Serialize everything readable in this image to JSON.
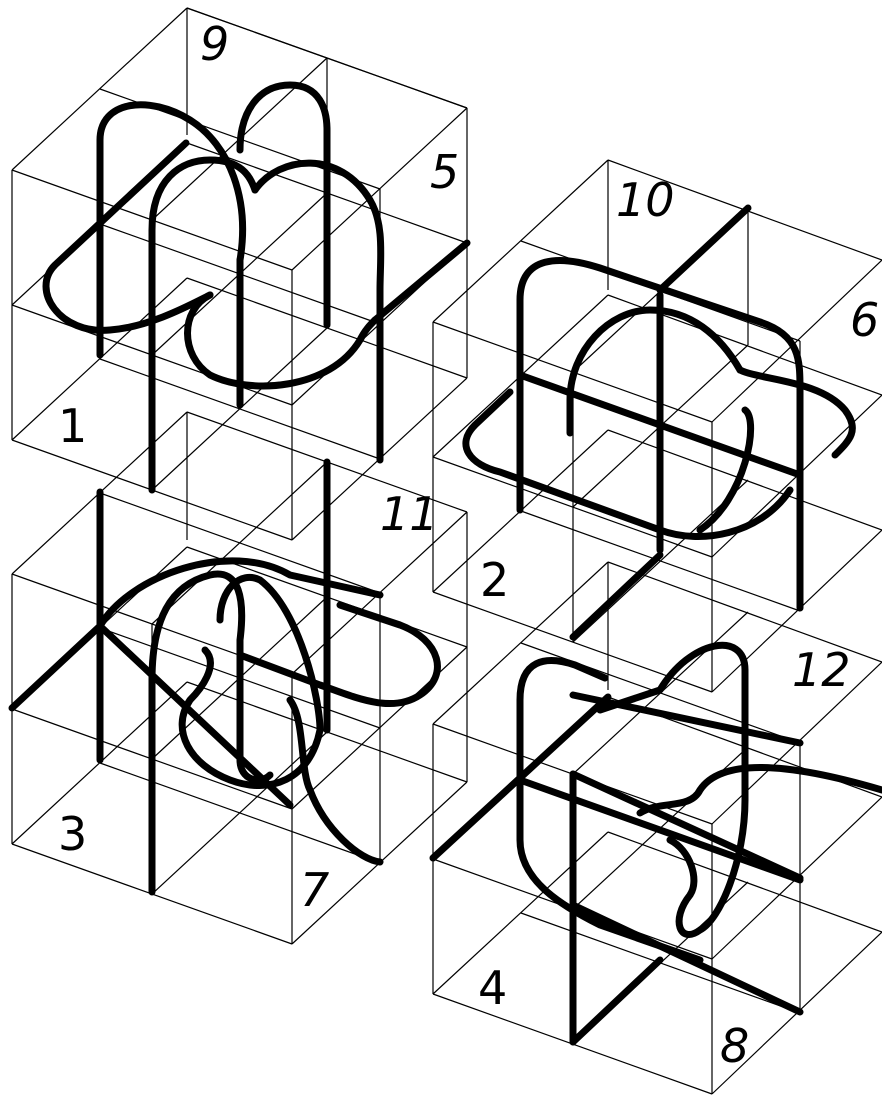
{
  "figure": {
    "stroke_color": "#000000",
    "background": "#ffffff",
    "panels": [
      {
        "id": "panel-1",
        "labels": [
          "1",
          "5",
          "9"
        ]
      },
      {
        "id": "panel-2",
        "labels": [
          "2",
          "6",
          "10"
        ]
      },
      {
        "id": "panel-3",
        "labels": [
          "3",
          "7",
          "11"
        ]
      },
      {
        "id": "panel-4",
        "labels": [
          "4",
          "8",
          "12"
        ]
      }
    ],
    "labels": {
      "l1": "1",
      "l2": "2",
      "l3": "3",
      "l4": "4",
      "l5": "5",
      "l6": "6",
      "l7": "7",
      "l8": "8",
      "l9": "9",
      "l10": "10",
      "l11": "11",
      "l12": "12"
    }
  }
}
